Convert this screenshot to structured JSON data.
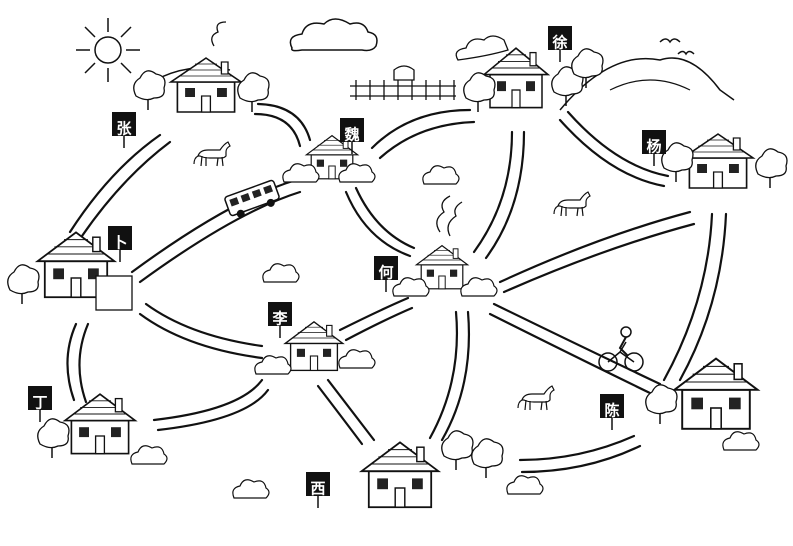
{
  "scene": {
    "houses": [
      {
        "id": "zhang",
        "sign": "张"
      },
      {
        "id": "wei",
        "sign": "魏"
      },
      {
        "id": "xu",
        "sign": "徐"
      },
      {
        "id": "yang",
        "sign": "杨"
      },
      {
        "id": "bu",
        "sign": "卜"
      },
      {
        "id": "he",
        "sign": "何"
      },
      {
        "id": "li",
        "sign": "李"
      },
      {
        "id": "ding",
        "sign": "丁"
      },
      {
        "id": "xi",
        "sign": "西"
      },
      {
        "id": "chen",
        "sign": "陈"
      }
    ],
    "colors": {
      "ink": "#111111",
      "paper": "#ffffff"
    }
  }
}
